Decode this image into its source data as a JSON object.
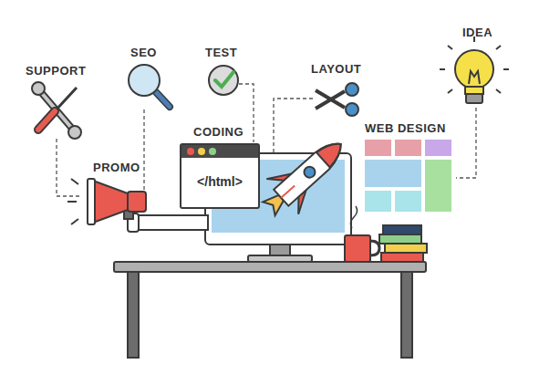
{
  "diagram": {
    "nodes": [
      {
        "text": [
          "CODING",
          "</html>"
        ]
      }
    ],
    "labels": [
      "IDEA",
      "SEO",
      "TEST",
      "SUPPORT",
      "LAYOUT",
      "WEB DESIGN",
      "PROMO"
    ]
  }
}
